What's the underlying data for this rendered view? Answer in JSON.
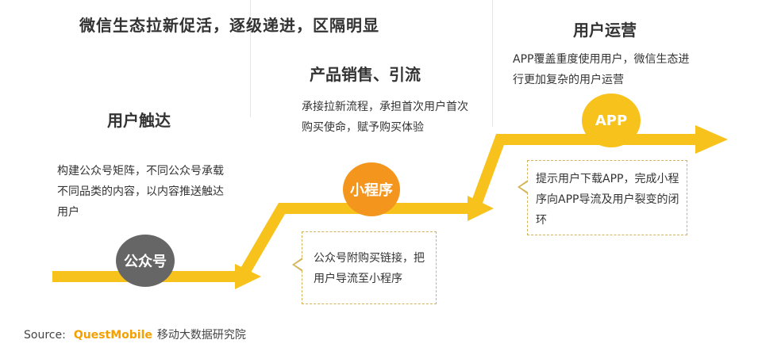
{
  "header": {
    "main_title": "微信生态拉新促活，逐级递进，区隔明显"
  },
  "stages": [
    {
      "title": "用户触达",
      "description": "构建公众号矩阵，不同公众号承载不同品类的内容，以内容推送触达用户",
      "circle_label": "公众号",
      "circle_color": "#666666"
    },
    {
      "title": "产品销售、引流",
      "description": "承接拉新流程，承担首次用户首次购买使命，赋予购买体验",
      "circle_label": "小程序",
      "circle_color": "#f4951d",
      "note": "公众号附购买链接，把用户导流至小程序"
    },
    {
      "title": "用户运营",
      "description": "APP覆盖重度使用用户，微信生态进行更加复杂的用户运营",
      "circle_label": "APP",
      "circle_color": "#f7c21b",
      "note": "提示用户下载APP，完成小程序向APP导流及用户裂变的闭环"
    }
  ],
  "colors": {
    "arrow": "#f7c21b",
    "note_border": "#d4b45a",
    "source_brand": "#f4a000"
  },
  "footer": {
    "source_label": "Source:",
    "source_brand": "QuestMobile",
    "source_org": "移动大数据研究院"
  }
}
